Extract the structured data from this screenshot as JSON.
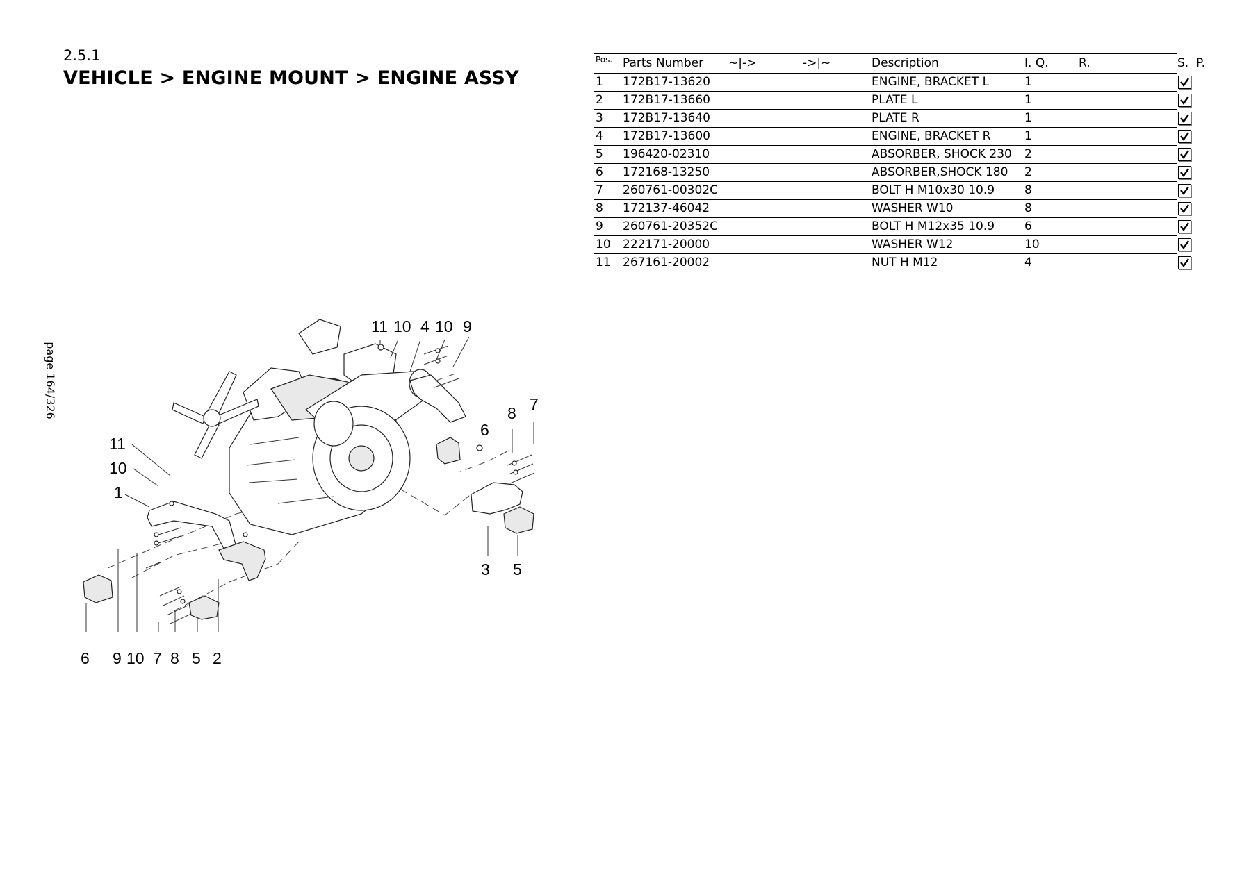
{
  "section": {
    "number": "2.5.1",
    "title": "VEHICLE > ENGINE MOUNT > ENGINE ASSY"
  },
  "page_label": "page 164/326",
  "table": {
    "headers": {
      "pos": "Pos.",
      "parts_number": "Parts Number",
      "from": "~|->",
      "to": "->|~",
      "description": "Description",
      "iq": "I. Q.",
      "r": "R.",
      "s": "S.",
      "p": "P."
    },
    "rows": [
      {
        "pos": "1",
        "part": "172B17-13620",
        "desc": "ENGINE, BRACKET L",
        "qty": "1",
        "checked": true
      },
      {
        "pos": "2",
        "part": "172B17-13660",
        "desc": "PLATE L",
        "qty": "1",
        "checked": true
      },
      {
        "pos": "3",
        "part": "172B17-13640",
        "desc": "PLATE R",
        "qty": "1",
        "checked": true
      },
      {
        "pos": "4",
        "part": "172B17-13600",
        "desc": "ENGINE, BRACKET R",
        "qty": "1",
        "checked": true
      },
      {
        "pos": "5",
        "part": "196420-02310",
        "desc": "ABSORBER, SHOCK 230",
        "qty": "2",
        "checked": true
      },
      {
        "pos": "6",
        "part": "172168-13250",
        "desc": "ABSORBER,SHOCK 180",
        "qty": "2",
        "checked": true
      },
      {
        "pos": "7",
        "part": "260761-00302C",
        "desc": "BOLT H M10x30 10.9",
        "qty": "8",
        "checked": true
      },
      {
        "pos": "8",
        "part": "172137-46042",
        "desc": "WASHER W10",
        "qty": "8",
        "checked": true
      },
      {
        "pos": "9",
        "part": "260761-20352C",
        "desc": "BOLT H M12x35 10.9",
        "qty": "6",
        "checked": true
      },
      {
        "pos": "10",
        "part": "222171-20000",
        "desc": "WASHER W12",
        "qty": "10",
        "checked": true
      },
      {
        "pos": "11",
        "part": "267161-20002",
        "desc": "NUT H M12",
        "qty": "4",
        "checked": true
      }
    ]
  },
  "diagram": {
    "callouts": {
      "top_11": "11",
      "top_10a": "10",
      "top_4": "4",
      "top_10b": "10",
      "top_9": "9",
      "right_7": "7",
      "right_8": "8",
      "right_6": "6",
      "right_3": "3",
      "right_5": "5",
      "left_11": "11",
      "left_10": "10",
      "left_1": "1",
      "bot_6": "6",
      "bot_9": "9",
      "bot_10": "10",
      "bot_7": "7",
      "bot_8": "8",
      "bot_5": "5",
      "bot_2": "2"
    }
  }
}
